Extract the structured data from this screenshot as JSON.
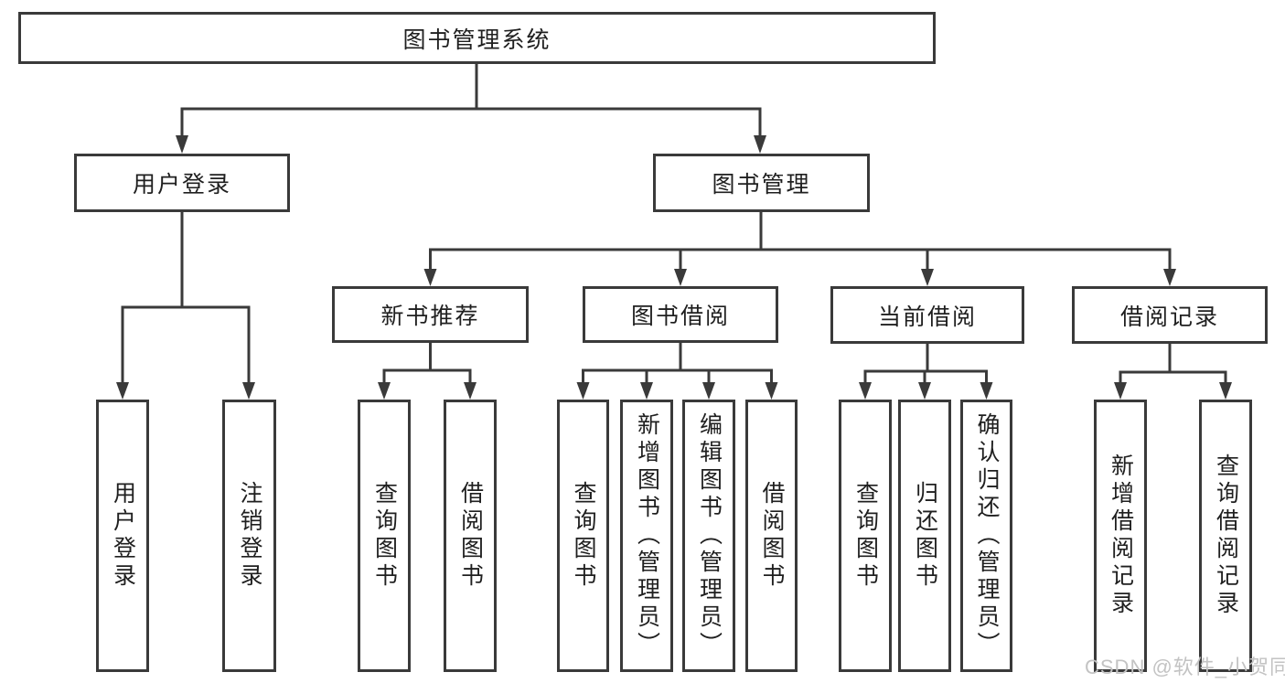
{
  "diagram": {
    "type": "hierarchy-tree",
    "watermark": "CSDN @软件_小贺同学",
    "colors": {
      "line": "#3a3a3a",
      "text": "#1f1f1f",
      "box_background": "#ffffff",
      "watermark": "#c3c3c3"
    },
    "nodes": {
      "root": {
        "label": "图书管理系统"
      },
      "user_login": {
        "label": "用户登录"
      },
      "book_mgmt": {
        "label": "图书管理"
      },
      "new_book_rec": {
        "label": "新书推荐"
      },
      "book_borrow": {
        "label": "图书借阅"
      },
      "current_borrow": {
        "label": "当前借阅"
      },
      "borrow_record": {
        "label": "借阅记录"
      },
      "leaf_user_login": {
        "label": "用户登录"
      },
      "leaf_logout": {
        "label": "注销登录"
      },
      "leaf_query_book_1": {
        "label": "查询图书"
      },
      "leaf_borrow_book_1": {
        "label": "借阅图书"
      },
      "leaf_query_book_2": {
        "label": "查询图书"
      },
      "leaf_add_book": {
        "label": "新增图书（管理员）"
      },
      "leaf_edit_book": {
        "label": "编辑图书（管理员）"
      },
      "leaf_borrow_book_2": {
        "label": "借阅图书"
      },
      "leaf_query_book_3": {
        "label": "查询图书"
      },
      "leaf_return_book": {
        "label": "归还图书"
      },
      "leaf_confirm_return": {
        "label": "确认归还（管理员）"
      },
      "leaf_add_record": {
        "label": "新增借阅记录"
      },
      "leaf_query_record": {
        "label": "查询借阅记录"
      }
    },
    "edges": [
      "root→user_login",
      "root→book_mgmt",
      "user_login→leaf_user_login",
      "user_login→leaf_logout",
      "book_mgmt→new_book_rec",
      "book_mgmt→book_borrow",
      "book_mgmt→current_borrow",
      "book_mgmt→borrow_record",
      "new_book_rec→leaf_query_book_1",
      "new_book_rec→leaf_borrow_book_1",
      "book_borrow→leaf_query_book_2",
      "book_borrow→leaf_add_book",
      "book_borrow→leaf_edit_book",
      "book_borrow→leaf_borrow_book_2",
      "current_borrow→leaf_query_book_3",
      "current_borrow→leaf_return_book",
      "current_borrow→leaf_confirm_return",
      "borrow_record→leaf_add_record",
      "borrow_record→leaf_query_record"
    ]
  }
}
